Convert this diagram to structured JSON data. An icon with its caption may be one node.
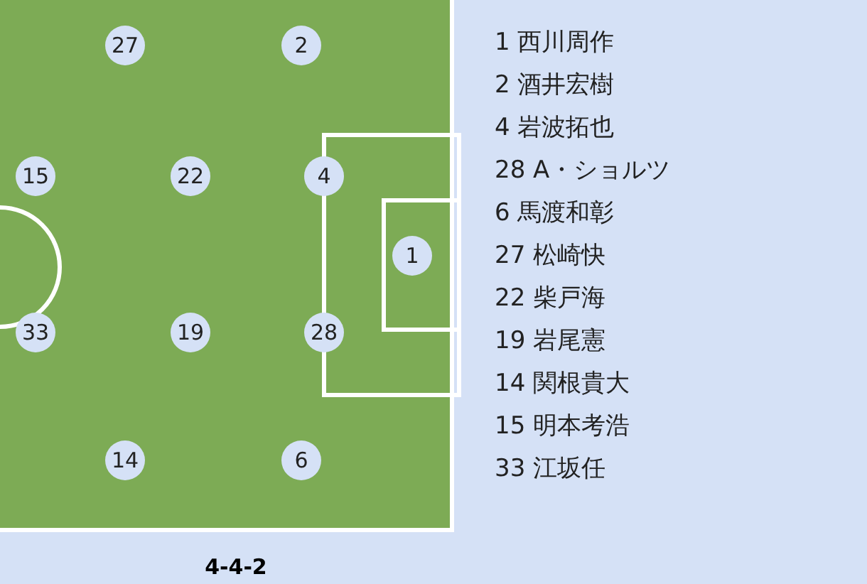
{
  "diagram": {
    "caption": "4-4-2",
    "nodes": [
      {
        "text": [
          "27"
        ]
      },
      {
        "text": [
          "2"
        ]
      },
      {
        "text": [
          "15"
        ]
      },
      {
        "text": [
          "22"
        ]
      },
      {
        "text": [
          "4"
        ]
      },
      {
        "text": [
          "1"
        ]
      },
      {
        "text": [
          "33"
        ]
      },
      {
        "text": [
          "19"
        ]
      },
      {
        "text": [
          "28"
        ]
      },
      {
        "text": [
          "14"
        ]
      },
      {
        "text": [
          "6"
        ]
      }
    ],
    "edges": [],
    "labels": [
      "1 西川周作",
      "2 酒井宏樹",
      "4 岩波拓也",
      "28 A・ショルツ",
      "6 馬渡和彰",
      "27 松崎快",
      "22 柴戸海",
      "19 岩尾憲",
      "14 関根貴大",
      "15 明本考浩",
      "33 江坂任"
    ]
  }
}
